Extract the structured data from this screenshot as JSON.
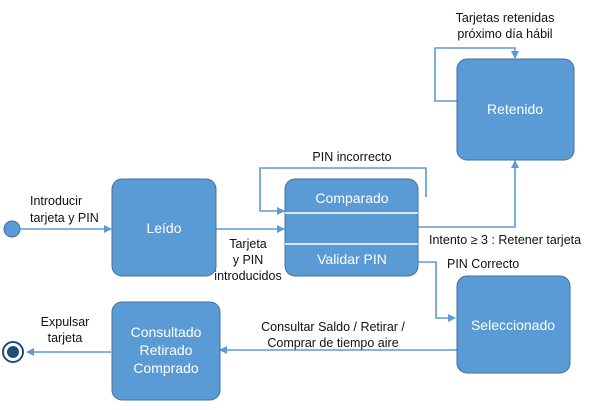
{
  "colors": {
    "state_fill": "#5b9bd5",
    "state_stroke": "#41719c",
    "arrow": "#5b9bd5",
    "text_on_state": "#ffffff",
    "label": "#111111"
  },
  "states": {
    "leido": "Leído",
    "comparado": "Comparado",
    "validar_pin": "Validar PIN",
    "retenido": "Retenido",
    "seleccionado": "Seleccionado",
    "consultado_lines": [
      "Consultado",
      "Retirado",
      "Comprado"
    ]
  },
  "transitions": {
    "start_to_leido": [
      "Introducir",
      "tarjeta y PIN"
    ],
    "leido_to_comparado": [
      "Tarjeta",
      "y PIN",
      "introducidos"
    ],
    "pin_incorrecto": "PIN incorrecto",
    "retener": "Intento ≥ 3 : Retener tarjeta",
    "retenido_self": [
      "Tarjetas retenidas",
      "próximo día hábil"
    ],
    "pin_correcto": "PIN Correcto",
    "seleccionado_to_consultado": [
      "Consultar Saldo / Retirar /",
      "Comprar de tiempo aire"
    ],
    "expulsar": [
      "Expulsar",
      "tarjeta"
    ]
  }
}
